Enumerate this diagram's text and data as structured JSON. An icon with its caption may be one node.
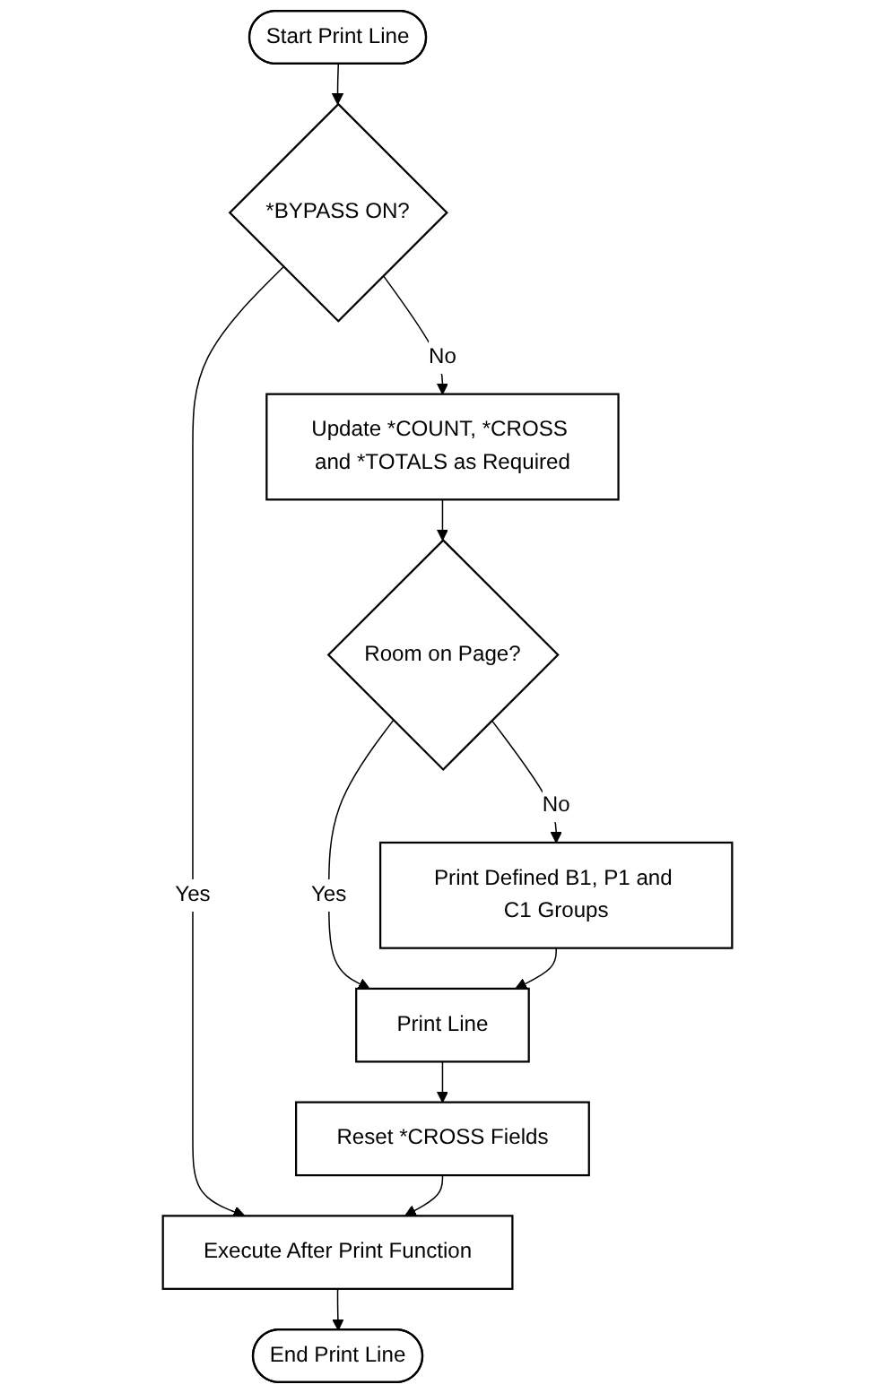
{
  "diagram": {
    "nodes": [
      {
        "text": [
          "Start Print Line"
        ]
      },
      {
        "text": [
          "*BYPASS ON?"
        ]
      },
      {
        "text": [
          "Update *COUNT, *CROSS and *TOTALS as Required"
        ]
      },
      {
        "text": [
          "Room on Page?"
        ]
      },
      {
        "text": [
          "Print Defined B1, P1 and C1 Groups"
        ]
      },
      {
        "text": [
          "Print Line"
        ]
      },
      {
        "text": [
          "Reset *CROSS Fields"
        ]
      },
      {
        "text": [
          "Execute After Print Function"
        ]
      },
      {
        "text": [
          "End Print Line"
        ]
      }
    ],
    "edges": [
      {
        "from": 0,
        "to": 1,
        "arrow": "to"
      },
      {
        "from": 1,
        "to": 2,
        "arrow": "to",
        "label": "No"
      },
      {
        "from": 1,
        "to": 7,
        "arrow": "to",
        "label": "Yes"
      },
      {
        "from": 2,
        "to": 3,
        "arrow": "to"
      },
      {
        "from": 3,
        "to": 4,
        "arrow": "to",
        "label": "No"
      },
      {
        "from": 3,
        "to": 5,
        "arrow": "to",
        "label": "Yes"
      },
      {
        "from": 4,
        "to": 5,
        "arrow": "to"
      },
      {
        "from": 5,
        "to": 6,
        "arrow": "to"
      },
      {
        "from": 6,
        "to": 7,
        "arrow": "to"
      },
      {
        "from": 7,
        "to": 8,
        "arrow": "to"
      }
    ]
  }
}
